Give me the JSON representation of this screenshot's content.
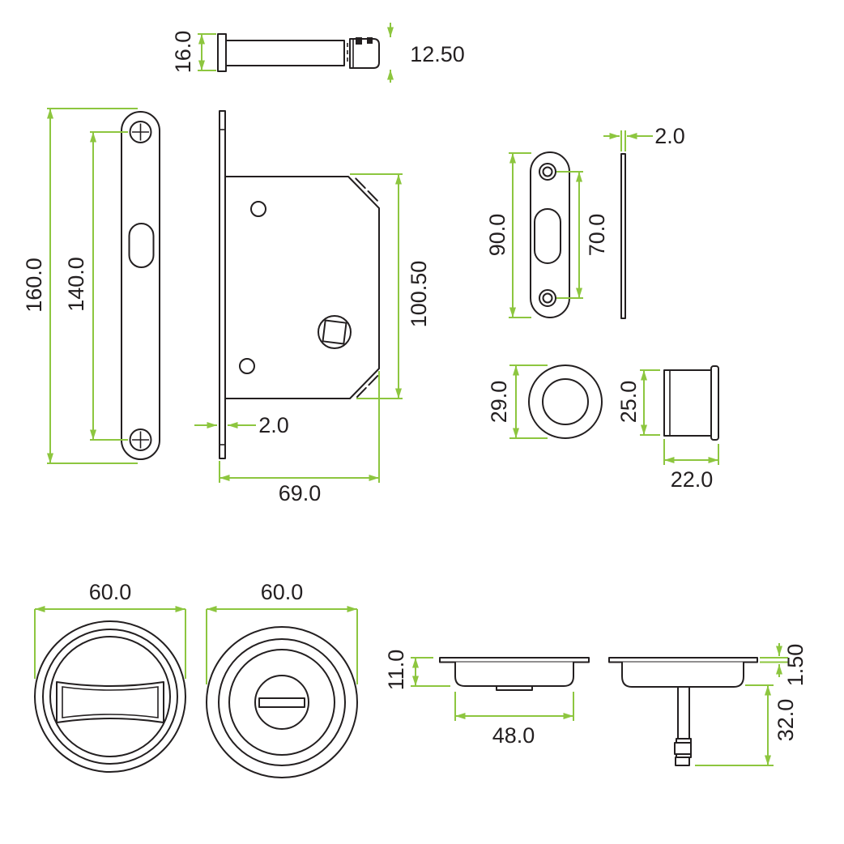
{
  "drawing": {
    "title": "Sliding door lock set technical drawing",
    "colors": {
      "background": "#ffffff",
      "part_line": "#231f20",
      "dimension_line": "#8dc63f",
      "text": "#231f20"
    },
    "parts": {
      "latch_bolt": {
        "flange_height": "16.0",
        "cap_height": "12.50"
      },
      "faceplate": {
        "length": "160.0",
        "screw_centers": "140.0"
      },
      "lock_body": {
        "height": "100.50",
        "faceplate_thickness": "2.0",
        "depth": "69.0"
      },
      "strike_plate": {
        "length": "90.0",
        "screw_centers": "70.0",
        "thickness": "2.0"
      },
      "edge_pull": {
        "diameter": "29.0",
        "body_height": "25.0",
        "depth": "22.0"
      },
      "turn_flush_pull": {
        "diameter": "60.0"
      },
      "release_flush_pull": {
        "diameter": "60.0"
      },
      "flush_pull_side": {
        "depth": "11.0",
        "cup_width": "48.0"
      },
      "turn_flush_side": {
        "flange_thickness": "1.50",
        "spindle_length": "32.0"
      }
    }
  }
}
